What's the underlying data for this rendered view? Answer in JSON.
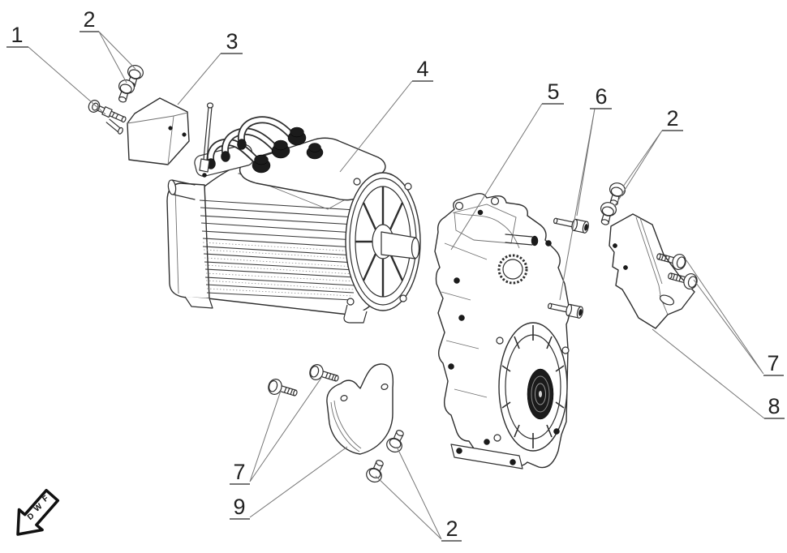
{
  "figure": {
    "background_color": "#ffffff",
    "line_color": "#2e2e2e",
    "leader_line_color": "#757575",
    "label_color": "#222222"
  },
  "callouts": [
    {
      "ref": "stud-fastener",
      "label": "1"
    },
    {
      "ref": "screws-upper-left",
      "label": "2"
    },
    {
      "ref": "mount-wedge-bracket",
      "label": "3"
    },
    {
      "ref": "electric-motor",
      "label": "4"
    },
    {
      "ref": "gearbox-housing",
      "label": "5"
    },
    {
      "ref": "socket-head-bolts",
      "label": "6"
    },
    {
      "ref": "screws-upper-right",
      "label": "2"
    },
    {
      "ref": "hex-bolts-right-bracket",
      "label": "7"
    },
    {
      "ref": "side-support-bracket",
      "label": "8"
    },
    {
      "ref": "hex-bolts-lower-bracket",
      "label": "7"
    },
    {
      "ref": "lower-support-bracket",
      "label": "9"
    },
    {
      "ref": "screws-lower",
      "label": "2"
    }
  ],
  "direction_marker": {
    "letters": [
      "F",
      "W",
      "D"
    ]
  }
}
